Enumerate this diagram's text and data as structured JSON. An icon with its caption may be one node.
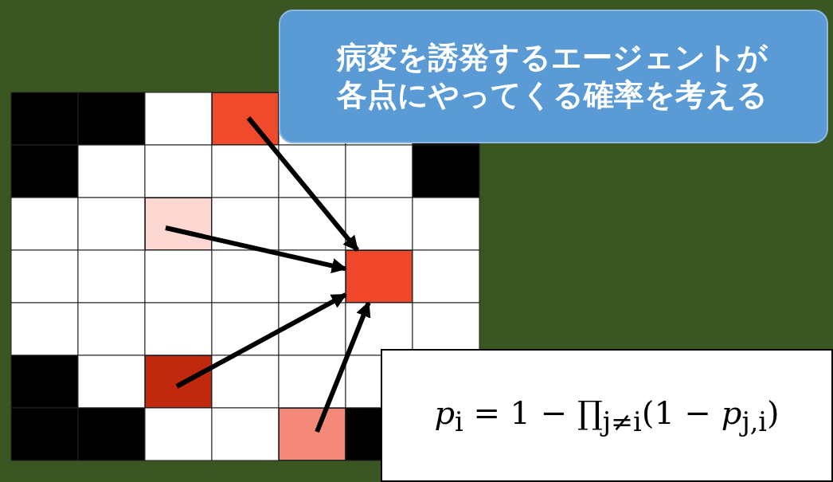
{
  "diagram": {
    "nodes": [
      {
        "text": [
          "病変を誘発するエージェントが各点にやってくる確率を考える"
        ]
      },
      {
        "text": [],
        "shape": "box"
      },
      {
        "text": [],
        "shape": "box"
      },
      {
        "text": [],
        "shape": "box"
      },
      {
        "text": [],
        "shape": "box"
      },
      {
        "text": [],
        "shape": "box"
      },
      {
        "text": [
          "*p*$_{i}$ = 1 − ∏$_{j≠i}$(1 − *p*$_{j,i}$)"
        ]
      }
    ],
    "edges": [
      {
        "from": 1,
        "to": 3,
        "arrow": "to"
      },
      {
        "from": 2,
        "to": 3,
        "arrow": "to"
      },
      {
        "from": 4,
        "to": 3,
        "arrow": "to"
      },
      {
        "from": 5,
        "to": 3,
        "arrow": "to"
      }
    ]
  }
}
